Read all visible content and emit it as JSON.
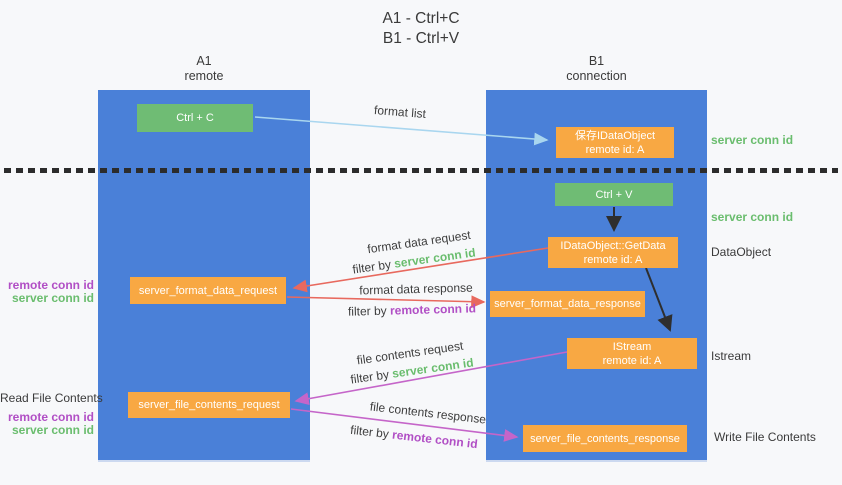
{
  "title": {
    "line1": "A1 - Ctrl+C",
    "line2": "B1 - Ctrl+V"
  },
  "lanes": {
    "a": {
      "title": "A1",
      "subtitle": "remote"
    },
    "b": {
      "title": "B1",
      "subtitle": "connection"
    }
  },
  "nodes": {
    "ctrl_c": {
      "label": "Ctrl + C"
    },
    "save_idataobject": {
      "line1": "保存IDataObject",
      "line2": "remote id: A"
    },
    "ctrl_v": {
      "label": "Ctrl + V"
    },
    "getdata": {
      "line1": "IDataObject::GetData",
      "line2": "remote id: A"
    },
    "format_request": {
      "label": "server_format_data_request"
    },
    "format_response": {
      "label": "server_format_data_response"
    },
    "istream": {
      "line1": "IStream",
      "line2": "remote id: A"
    },
    "file_request": {
      "label": "server_file_contents_request"
    },
    "file_response": {
      "label": "server_file_contents_response"
    }
  },
  "edges": {
    "format_list": {
      "label": "format list"
    },
    "format_data_request": {
      "label": "format data request",
      "filter_prefix": "filter by",
      "filter_key": "server conn id"
    },
    "format_data_response": {
      "label": "format data response",
      "filter_prefix": "filter by",
      "filter_key": "remote conn id"
    },
    "file_contents_request": {
      "label": "file contents request",
      "filter_prefix": "filter by",
      "filter_key": "server conn id"
    },
    "file_contents_response": {
      "label": "file contents response",
      "filter_prefix": "filter by",
      "filter_key": "remote conn id"
    }
  },
  "side_labels": {
    "left_format_remote": "remote conn id",
    "left_format_server": "server conn id",
    "read_file_contents": "Read File Contents",
    "left_file_remote": "remote conn id",
    "left_file_server": "server conn id",
    "right_server_top": "server conn id",
    "right_server_mid": "server conn id",
    "dataobject": "DataObject",
    "istream": "Istream",
    "write_file_contents": "Write File Contents"
  },
  "colors": {
    "background": "#f7f8fa",
    "lane_blue": "#4a80d8",
    "node_green": "#6fbc74",
    "node_orange": "#f8a843",
    "arrow_lightblue": "#a9d6ef",
    "arrow_salmon": "#e8695e",
    "arrow_magenta": "#c565c9",
    "arrow_black": "#2e2e2e",
    "server_conn_green": "#6abd6e",
    "remote_conn_purple": "#b14fc5",
    "text_dark": "#3c3c3c"
  }
}
